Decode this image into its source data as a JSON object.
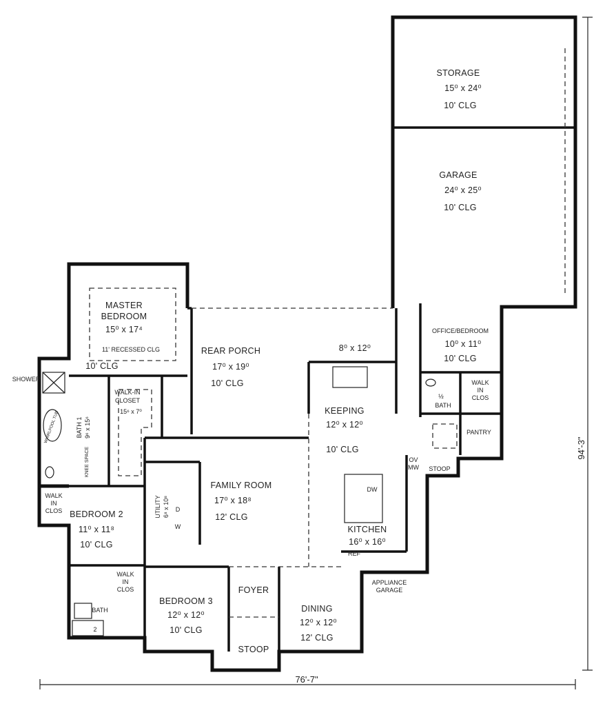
{
  "plan": {
    "rooms": {
      "storage": {
        "name": "STORAGE",
        "size": "15⁰ x 24⁰",
        "ceiling": "10' CLG"
      },
      "garage": {
        "name": "GARAGE",
        "size": "24⁰ x 25⁰",
        "ceiling": "10' CLG"
      },
      "master": {
        "name": "MASTER",
        "name2": "BEDROOM",
        "size": "15⁰ x 17⁴",
        "recessed": "11' RECESSED CLG",
        "ceiling": "10' CLG"
      },
      "rear_porch": {
        "name": "REAR PORCH",
        "size": "17⁰ x 19⁰",
        "ceiling": "10' CLG"
      },
      "porch_nook": {
        "size": "8⁰ x 12⁰"
      },
      "office": {
        "name": "OFFICE/BEDROOM",
        "size": "10⁰ x 11⁰",
        "ceiling": "10' CLG"
      },
      "walkin_closet": {
        "name": "WALK-IN",
        "name2": "CLOSET",
        "size": "15⁶ x 7⁰"
      },
      "bath1": {
        "name": "BATH 1",
        "size": "9⁶ x 15⁶"
      },
      "whirlpool": {
        "name": "WHIRLPOOL TUB"
      },
      "shower": {
        "name": "SHOWER"
      },
      "knee_space": {
        "name": "KNEE SPACE"
      },
      "keeping": {
        "name": "KEEPING",
        "size": "12⁰ x 12⁰",
        "ceiling": "10' CLG"
      },
      "half_bath": {
        "name": "½",
        "name2": "BATH"
      },
      "walkin_clos_office": {
        "name": "WALK",
        "name2": "IN",
        "name3": "CLOS"
      },
      "pantry": {
        "name": "PANTRY"
      },
      "stoop_side": {
        "name": "STOOP"
      },
      "ov_mw": {
        "name": "OV",
        "name2": "MW"
      },
      "family": {
        "name": "FAMILY ROOM",
        "size": "17⁰ x 18⁸",
        "ceiling": "12' CLG"
      },
      "utility": {
        "name": "UTILITY",
        "size": "6⁸ x 10⁸",
        "d": "D",
        "w": "W"
      },
      "kitchen": {
        "name": "KITCHEN",
        "size": "16⁰ x 16⁰",
        "dw": "DW",
        "ref": "REF"
      },
      "appliance_garage": {
        "name": "APPLIANCE",
        "name2": "GARAGE"
      },
      "walkin_clos_b2": {
        "name": "WALK",
        "name2": "IN",
        "name3": "CLOS"
      },
      "bedroom2": {
        "name": "BEDROOM 2",
        "size": "11⁰ x 11⁸",
        "ceiling": "10' CLG"
      },
      "walkin_clos_bath2": {
        "name": "WALK",
        "name2": "IN",
        "name3": "CLOS"
      },
      "bath2": {
        "name": "BATH",
        "num": "2"
      },
      "bedroom3": {
        "name": "BEDROOM 3",
        "size": "12⁰ x 12⁰",
        "ceiling": "10' CLG"
      },
      "foyer": {
        "name": "FOYER"
      },
      "stoop_front": {
        "name": "STOOP"
      },
      "dining": {
        "name": "DINING",
        "size": "12⁰ x 12⁰",
        "ceiling": "12' CLG"
      }
    },
    "dimensions": {
      "width": "76'-7\"",
      "depth": "94'-3\""
    }
  }
}
